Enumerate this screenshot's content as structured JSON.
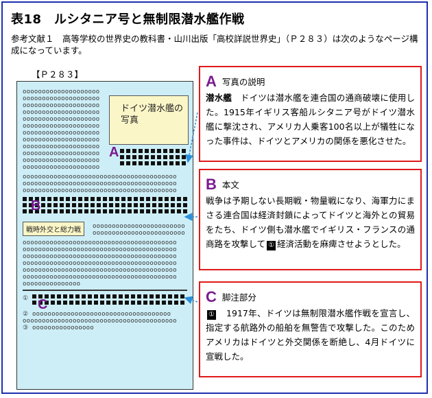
{
  "title": "表18　ルシタニア号と無制限潜水艦作戦",
  "intro": "参考文献１　高等学校の世界史の教科書・山川出版「高校詳説世界史」（Ｐ２８３）は次のようなページ構成になっています。",
  "page_label": "【Ｐ２８３】",
  "page": {
    "photo_caption": "ドイツ潜水艦の写真",
    "section_tag": "戦時外交と総力戦",
    "marker_a": "A",
    "marker_b": "B",
    "marker_c": "C",
    "footnote_nums": [
      "①",
      "②",
      "③"
    ]
  },
  "box_a": {
    "letter": "A",
    "heading": "写真の説明",
    "lead": "潜水艦",
    "body": "　ドイツは潜水艦を連合国の通商破壊に使用した。1915年イギリス客船ルシタニア号がドイツ潜水艦に撃沈され、アメリカ人乗客100名以上が犠牲になった事件は、ドイツとアメリカの関係を悪化させた。"
  },
  "box_b": {
    "letter": "B",
    "heading": "本文",
    "body_1": "戦争は予期しない長期戦・物量戦になり、海軍力にまさる連合国は経済封鎖によってドイツと海外との貿易をたち、ドイツ側も潜水艦でイギリス・フランスの通商路を攻撃して",
    "ref": "①",
    "body_2": "経済活動を麻痺させようとした。"
  },
  "box_c": {
    "letter": "C",
    "heading": "脚注部分",
    "ref": "①",
    "body": "　1917年、ドイツは無制限潜水艦作戦を宣言し、指定する航路外の船舶を無警告で攻撃した。このためアメリカはドイツと外交関係を断絶し、4月ドイツに宣戦した。"
  }
}
